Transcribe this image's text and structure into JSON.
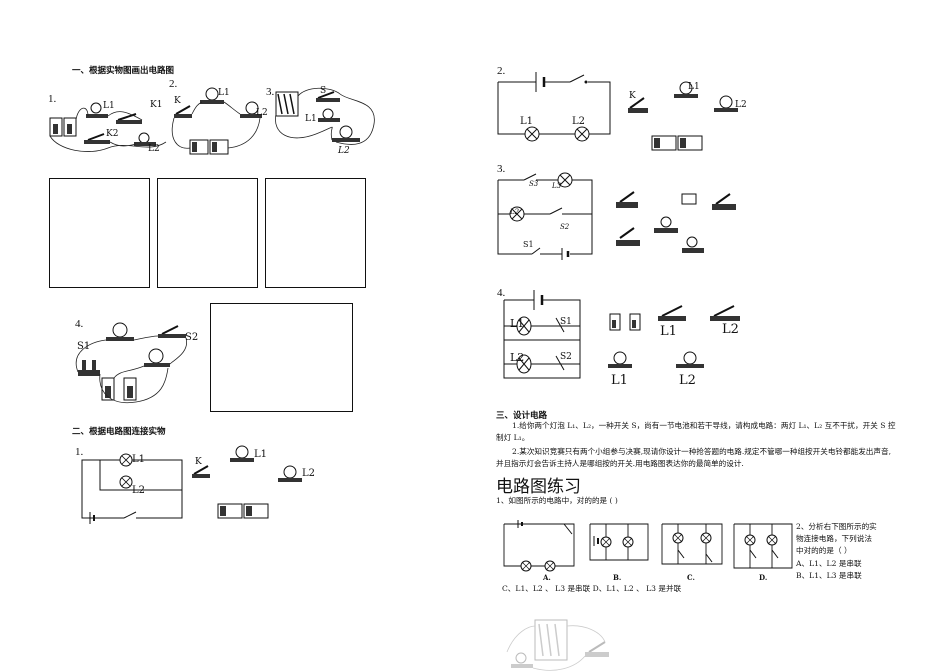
{
  "left": {
    "section1_title": "一、根据实物图画出电路图",
    "fig1_num": "1.",
    "fig2_num": "2.",
    "fig3_num": "3.",
    "fig4_num": "4.",
    "labels": {
      "L1": "L1",
      "K1": "K1",
      "K2": "K2",
      "L2": "L2",
      "K": "K",
      "S1": "S1",
      "S2": "S2",
      "L1_3": "L1",
      "L2_3": "L2",
      "S": "S"
    },
    "section2_title": "二、根据电路图连接实物",
    "fig5_num": "1."
  },
  "right": {
    "fig2_num": "2.",
    "fig3_num": "3.",
    "fig4_num": "4.",
    "labels": {
      "L1": "L1",
      "L2": "L2",
      "K": "K",
      "S1": "S1",
      "S2": "S2",
      "S3": "S3",
      "L3": "L3",
      "L1b": "L1",
      "L2b": "L2",
      "S1b": "S1",
      "S2b": "S2",
      "L1c": "L1",
      "L2c": "L2"
    },
    "section3_title": "三、设计电路",
    "para1": "1.给你两个灯泡 L₁、L₂，一种开关 S，尚有一节电池和若干导线，请构成电路：两灯 L₁、L₂ 互不干扰，开关 S 控制灯 L₁。",
    "para2": "2.某次知识竞赛只有两个小组参与决赛,现请你设计一种抢答题的电路.规定不管哪一种组按开关电铃都能发出声音,并且指示灯会告诉主持人是哪组按的开关.用电路图表达你的最简单的设计.",
    "practice_title": "电路图练习",
    "q1": "1、如图所示的电路中，对的的是        (    )",
    "opt_labels": [
      "A.",
      "B.",
      "C.",
      "D."
    ],
    "q1_opts_cd": "C、L1、L2 、 L3 是串联 D、L1、L2 、 L3 是并联",
    "q2_line1": "2、分析右下图所示的实",
    "q2_line2": "物连接电路，下列说法",
    "q2_line3": "中对的的是（          ）",
    "q2_optA": "A、L1、L2 是串联",
    "q2_optB": "B、L1、L3 是串联"
  }
}
